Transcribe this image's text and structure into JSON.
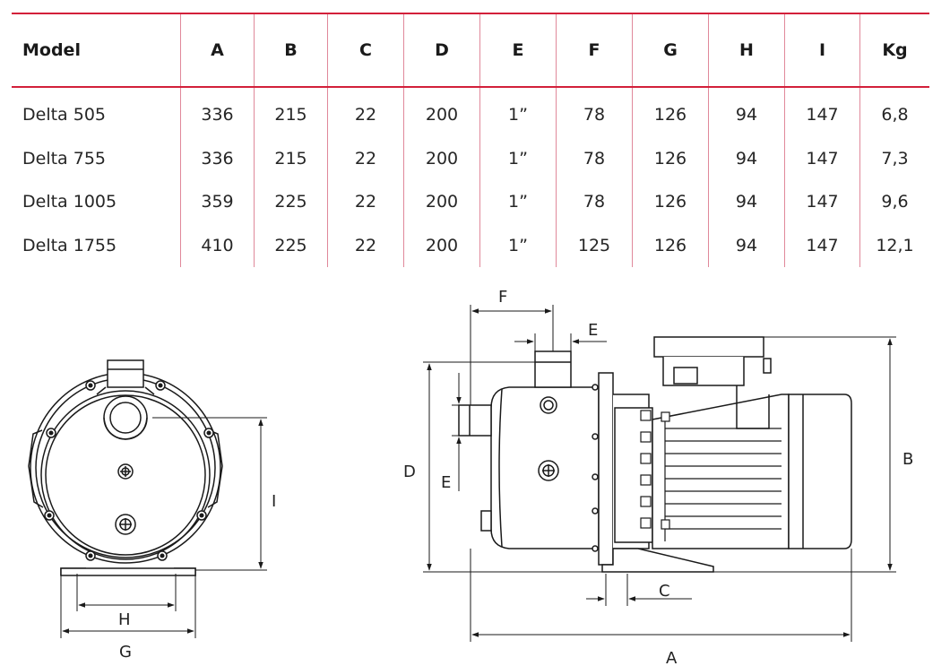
{
  "table": {
    "headers": [
      "Model",
      "A",
      "B",
      "C",
      "D",
      "E",
      "F",
      "G",
      "H",
      "I",
      "Kg"
    ],
    "rows": [
      [
        "Delta 505",
        "336",
        "215",
        "22",
        "200",
        "1”",
        "78",
        "126",
        "94",
        "147",
        "6,8"
      ],
      [
        "Delta 755",
        "336",
        "215",
        "22",
        "200",
        "1”",
        "78",
        "126",
        "94",
        "147",
        "7,3"
      ],
      [
        "Delta 1005",
        "359",
        "225",
        "22",
        "200",
        "1”",
        "78",
        "126",
        "94",
        "147",
        "9,6"
      ],
      [
        "Delta 1755",
        "410",
        "225",
        "22",
        "200",
        "1”",
        "125",
        "126",
        "94",
        "147",
        "12,1"
      ]
    ]
  },
  "drawing": {
    "front_view": {
      "label_i": "I",
      "label_h": "H",
      "label_g": "G"
    },
    "side_view": {
      "label_f": "F",
      "label_e_top": "E",
      "label_d": "D",
      "label_e_side": "E",
      "label_b": "B",
      "label_c": "C",
      "label_a": "A"
    }
  },
  "colors": {
    "accent_red": "#d3203a",
    "divider_pink": "#e0889a",
    "line": "#1a1a1a"
  }
}
